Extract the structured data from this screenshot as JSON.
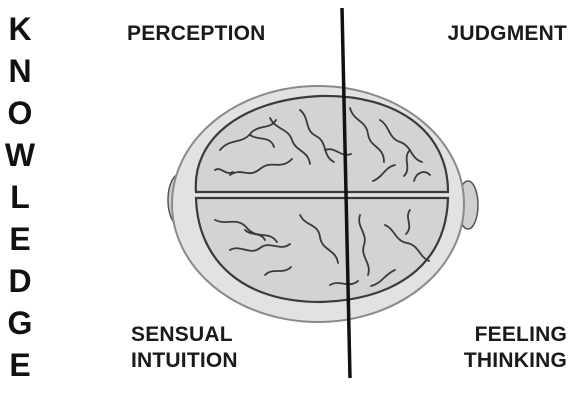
{
  "vertical_word": [
    "K",
    "N",
    "O",
    "W",
    "L",
    "E",
    "D",
    "G",
    "E"
  ],
  "labels": {
    "top_left": "PERCEPTION",
    "top_right": "JUDGMENT",
    "bottom_left_line1": "SENSUAL",
    "bottom_left_line2": "INTUITION",
    "bottom_right_line1": "FEELING",
    "bottom_right_line2": "THINKING"
  },
  "colors": {
    "text": "#1a1a1a",
    "divider": "#111111",
    "brain_fill": "#d6d6d6",
    "brain_stroke": "#3a3a3a"
  }
}
